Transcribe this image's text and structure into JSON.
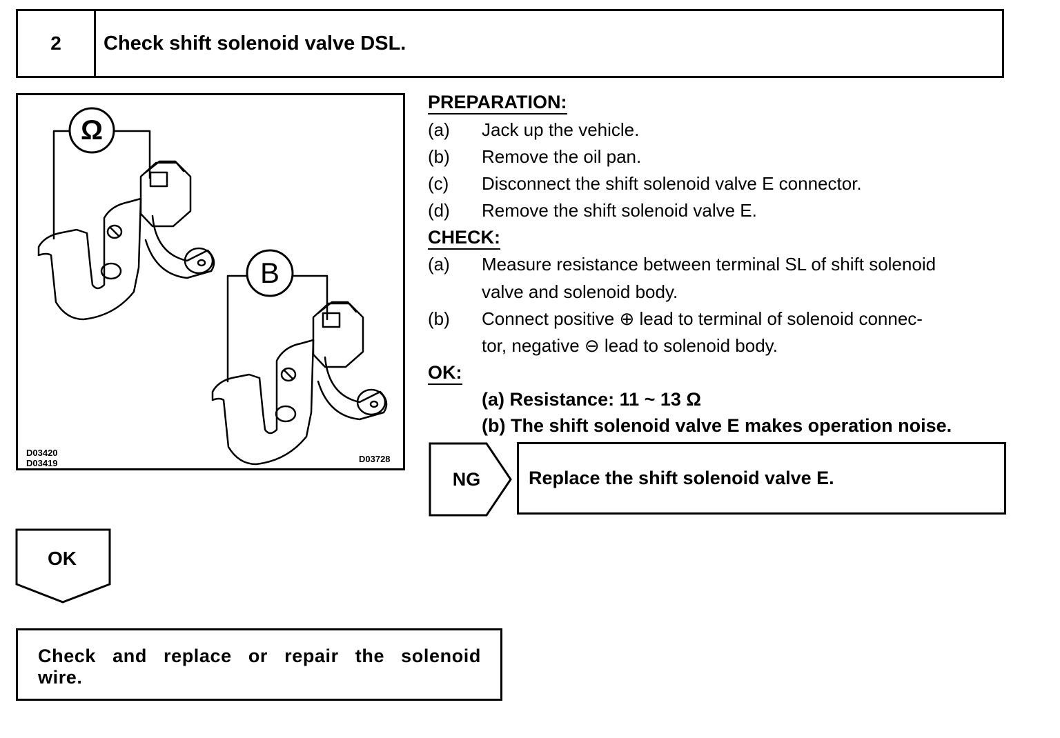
{
  "step": {
    "number": "2",
    "title": "Check shift solenoid valve DSL."
  },
  "figure": {
    "ohmmeter_symbol": "Ω",
    "battery_symbol": "B",
    "codes_left": [
      "D03420",
      "D03419"
    ],
    "code_right": "D03728"
  },
  "preparation": {
    "heading": "PREPARATION:",
    "items": [
      {
        "label": "(a)",
        "text": "Jack up the vehicle."
      },
      {
        "label": "(b)",
        "text": "Remove the oil pan."
      },
      {
        "label": "(c)",
        "text": "Disconnect the shift solenoid valve E connector."
      },
      {
        "label": "(d)",
        "text": "Remove the shift solenoid valve E."
      }
    ]
  },
  "check": {
    "heading": "CHECK:",
    "items": [
      {
        "label": "(a)",
        "lines": [
          "Measure resistance between terminal SL of shift solenoid",
          "valve and solenoid body."
        ]
      },
      {
        "label": "(b)",
        "line1_pre": "Connect positive",
        "plus_symbol": "⊕",
        "line1_post": "lead to terminal of solenoid connec-",
        "line2_pre": "tor, negative",
        "minus_symbol": "⊖",
        "line2_post": "lead to solenoid body."
      }
    ]
  },
  "ok_spec": {
    "heading": "OK:",
    "items": [
      "(a) Resistance: 11 ~ 13 Ω",
      "(b) The shift solenoid valve E makes operation noise."
    ]
  },
  "ng_branch": {
    "label": "NG",
    "action": "Replace the shift solenoid valve E."
  },
  "ok_branch": {
    "label": "OK",
    "action_lines": [
      "Check and replace or repair the solenoid",
      "wire."
    ]
  }
}
